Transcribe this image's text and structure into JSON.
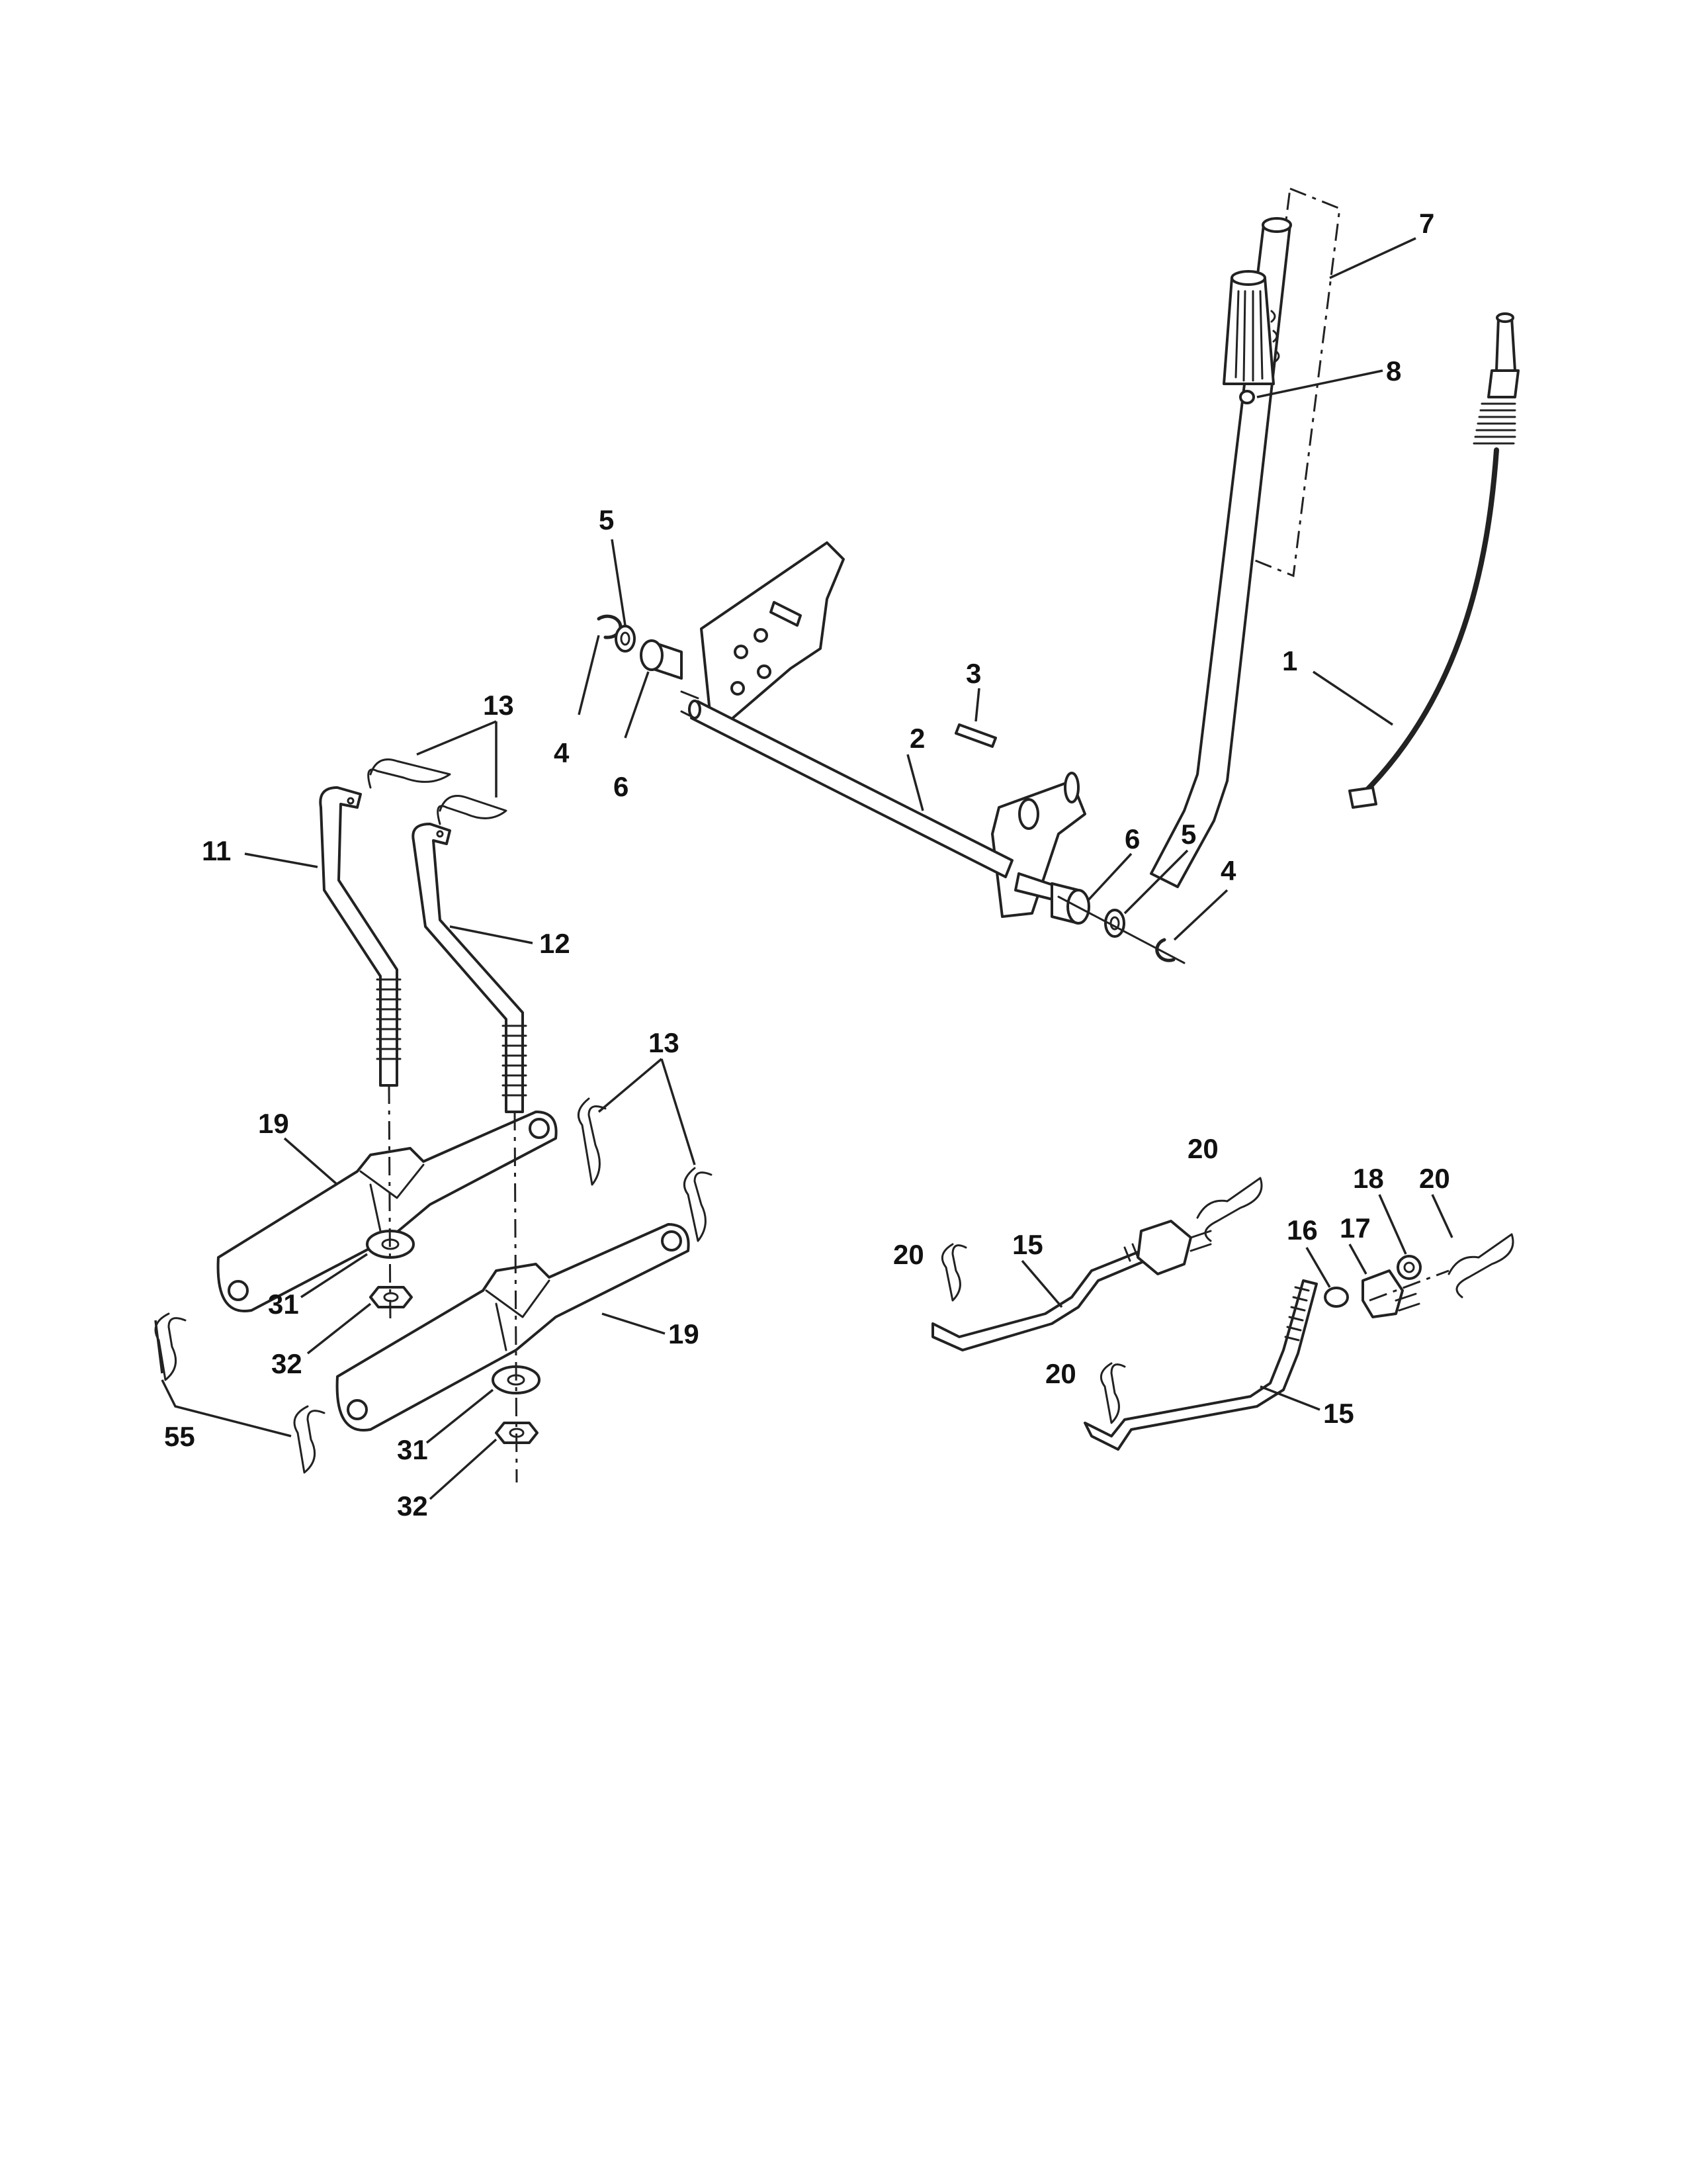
{
  "colors": {
    "ink": "#222222",
    "paper": "#ffffff"
  },
  "callouts": [
    {
      "id": "c1",
      "text": "1"
    },
    {
      "id": "c2",
      "text": "2"
    },
    {
      "id": "c3",
      "text": "3"
    },
    {
      "id": "c4a",
      "text": "4"
    },
    {
      "id": "c4b",
      "text": "4"
    },
    {
      "id": "c5a",
      "text": "5"
    },
    {
      "id": "c5b",
      "text": "5"
    },
    {
      "id": "c6a",
      "text": "6"
    },
    {
      "id": "c6b",
      "text": "6"
    },
    {
      "id": "c7",
      "text": "7"
    },
    {
      "id": "c8",
      "text": "8"
    },
    {
      "id": "c11",
      "text": "11"
    },
    {
      "id": "c12",
      "text": "12"
    },
    {
      "id": "c13a",
      "text": "13"
    },
    {
      "id": "c13b",
      "text": "13"
    },
    {
      "id": "c15a",
      "text": "15"
    },
    {
      "id": "c15b",
      "text": "15"
    },
    {
      "id": "c16",
      "text": "16"
    },
    {
      "id": "c17",
      "text": "17"
    },
    {
      "id": "c18",
      "text": "18"
    },
    {
      "id": "c19a",
      "text": "19"
    },
    {
      "id": "c19b",
      "text": "19"
    },
    {
      "id": "c20a",
      "text": "20"
    },
    {
      "id": "c20b",
      "text": "20"
    },
    {
      "id": "c20c",
      "text": "20"
    },
    {
      "id": "c20d",
      "text": "20"
    },
    {
      "id": "c31a",
      "text": "31"
    },
    {
      "id": "c31b",
      "text": "31"
    },
    {
      "id": "c32a",
      "text": "32"
    },
    {
      "id": "c32b",
      "text": "32"
    },
    {
      "id": "c55",
      "text": "55"
    }
  ]
}
